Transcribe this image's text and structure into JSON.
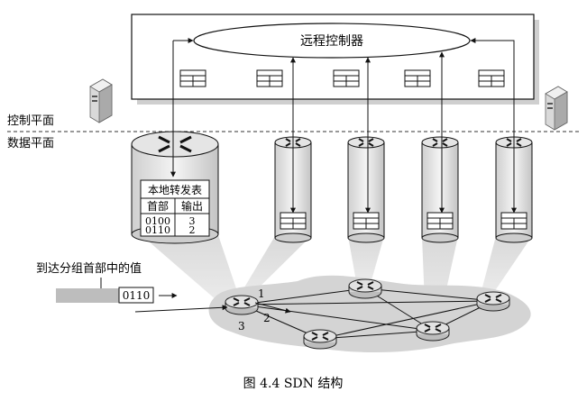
{
  "diagram": {
    "controller_label": "远程控制器",
    "control_plane_label": "控制平面",
    "data_plane_label": "数据平面",
    "local_table": {
      "title": "本地转发表",
      "header_col1": "首部",
      "header_col2": "输出",
      "rows": [
        {
          "header": "0100",
          "output": "3"
        },
        {
          "header": "0110",
          "output": "2"
        }
      ]
    },
    "arriving_packet_label": "到达分组首部中的值",
    "packet_header_value": "0110",
    "port_labels": [
      "1",
      "2",
      "3"
    ],
    "caption": "图 4.4    SDN 结构"
  }
}
